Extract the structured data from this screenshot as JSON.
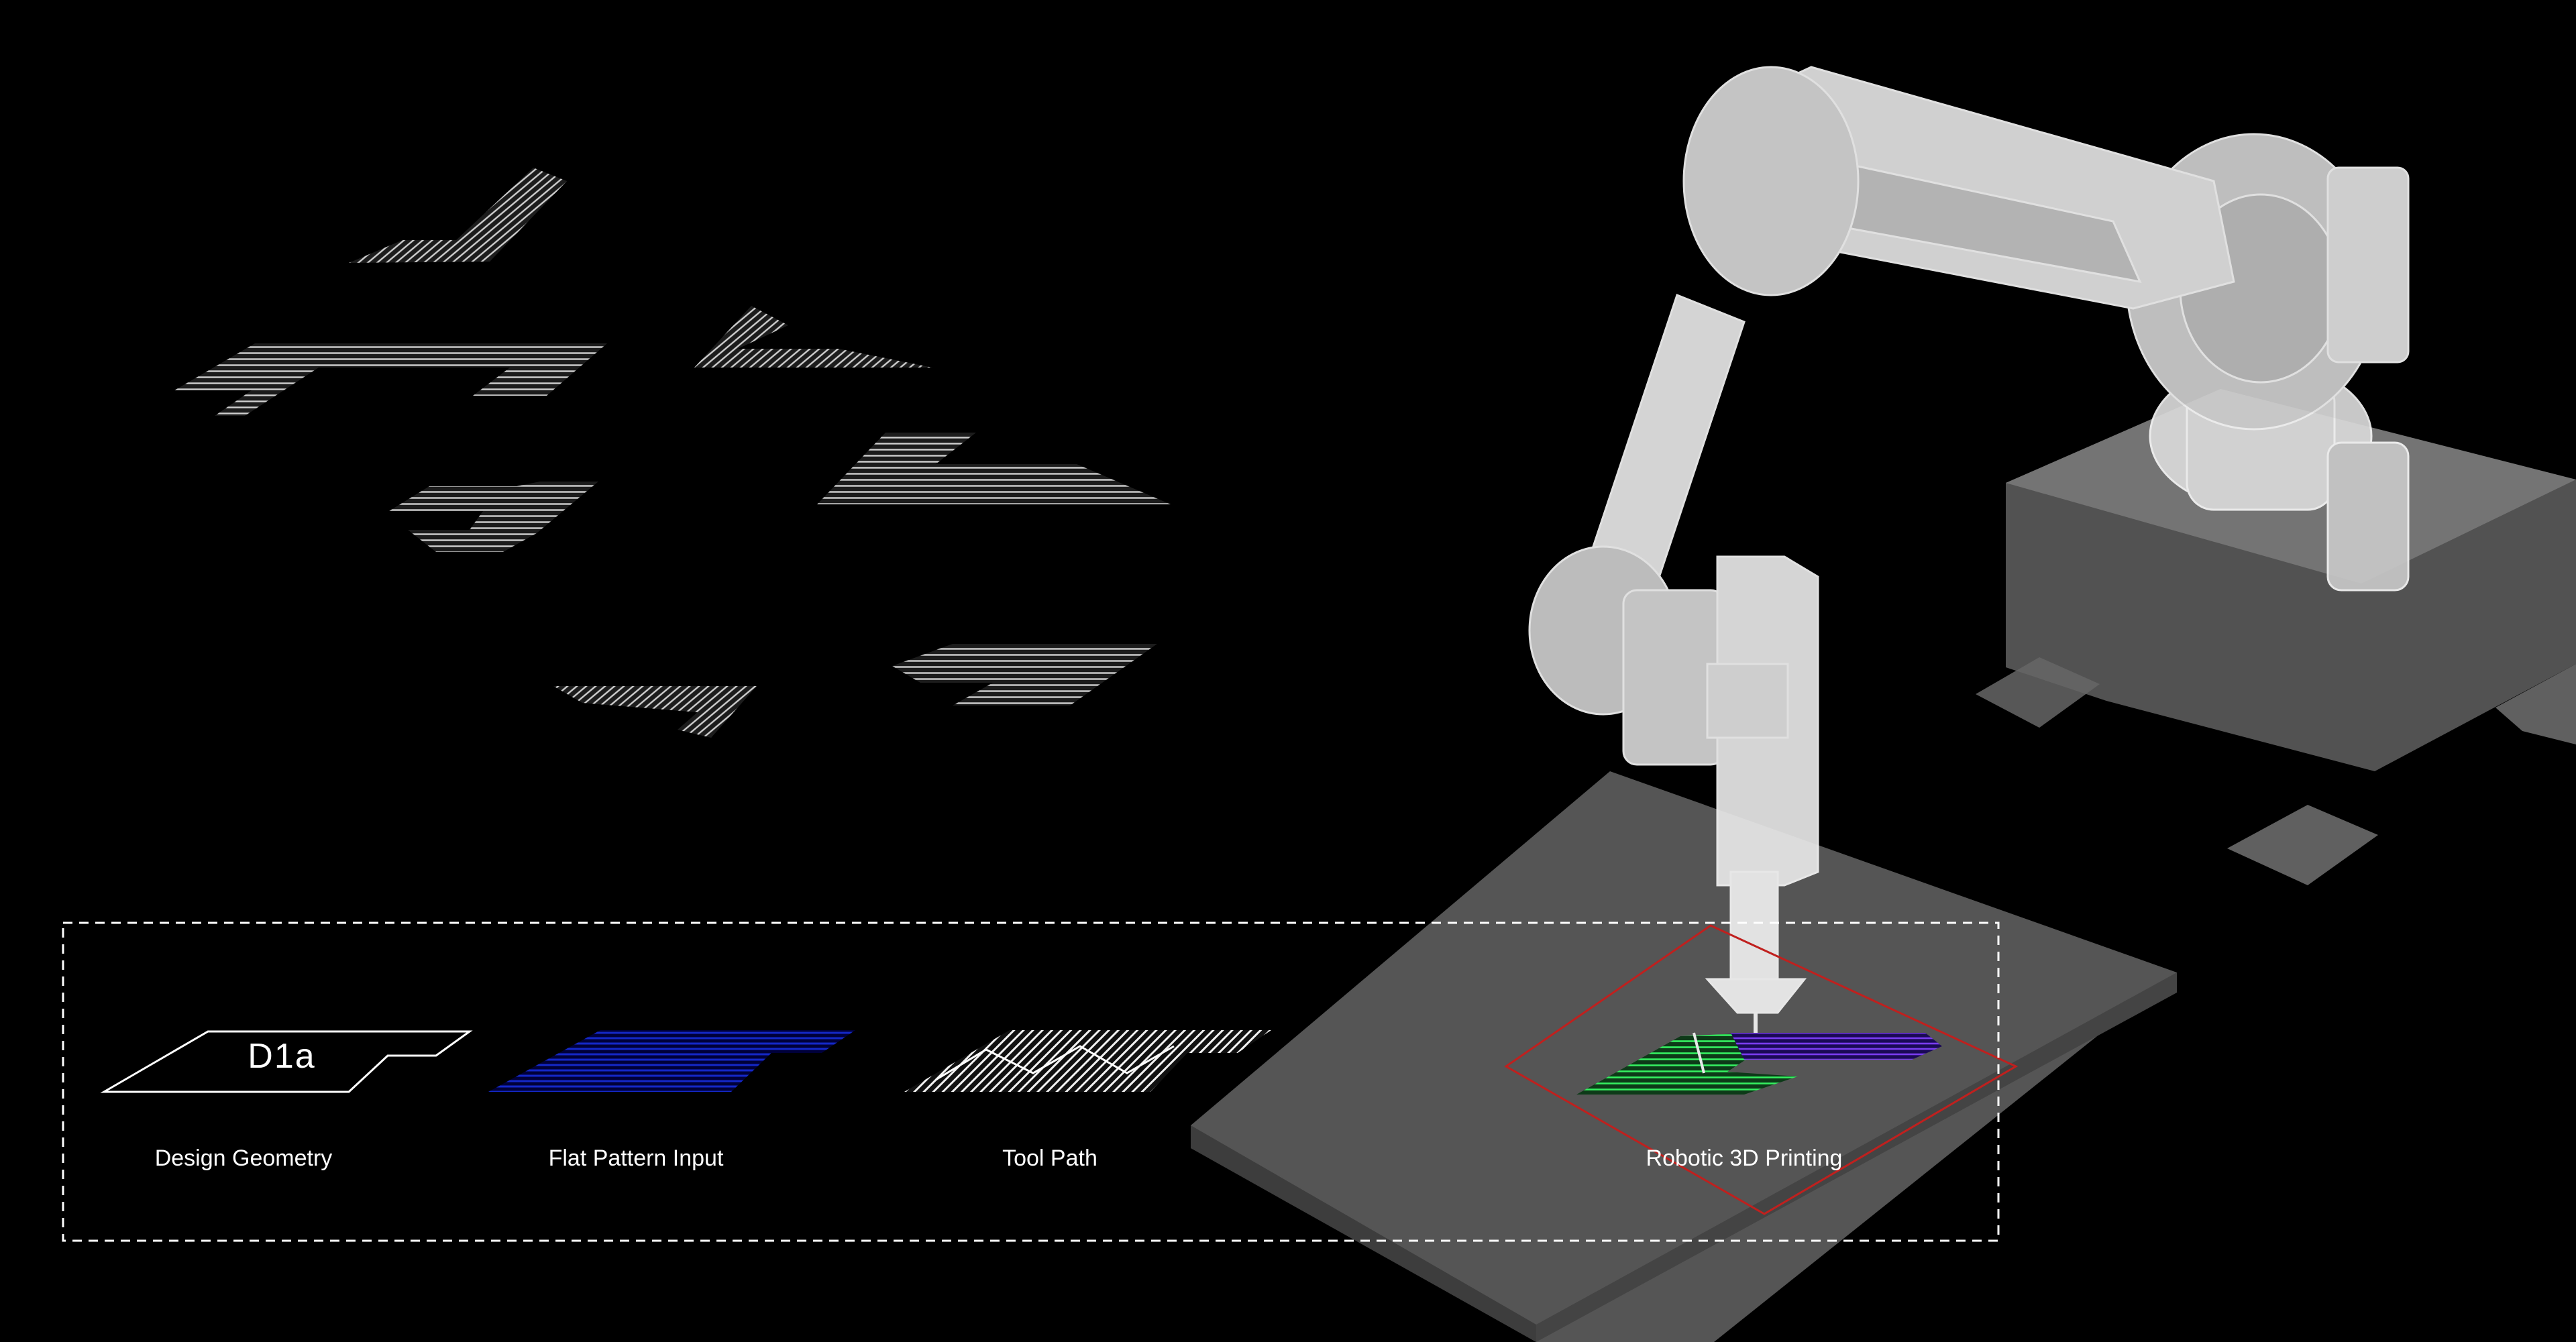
{
  "labels": {
    "design_geometry": "Design Geometry",
    "flat_pattern_input": "Flat Pattern Input",
    "tool_path": "Tool Path",
    "robotic_3d_printing": "Robotic 3D Printing",
    "piece_id": "D1a"
  },
  "colors": {
    "background": "#000000",
    "pattern_blue": "#0a1aa8",
    "print_green": "#2ee85a",
    "print_purple": "#6a2bd6",
    "print_bounds_red": "#c0201e",
    "robot": "#dcdcdc",
    "platform": "#5a5a5a"
  }
}
